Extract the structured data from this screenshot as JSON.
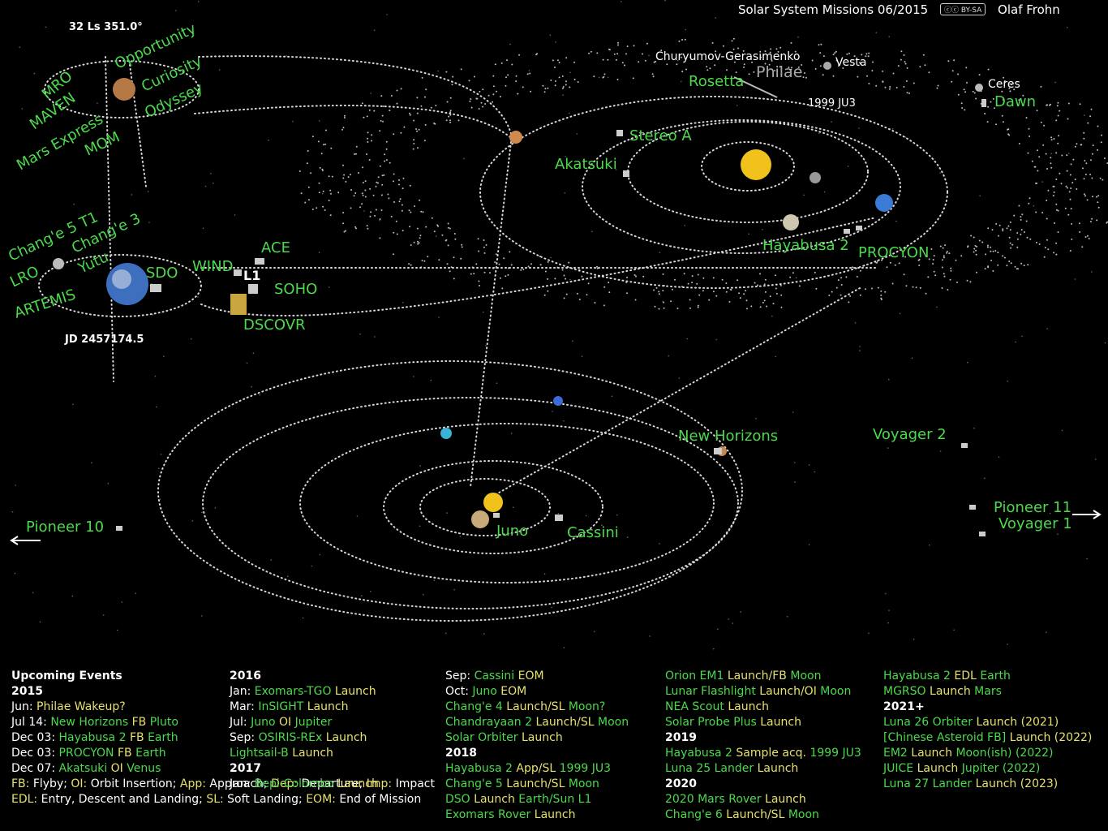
{
  "header": {
    "title": "Solar System Missions 06/2015",
    "license": "BY-SA",
    "author": "Olaf Frohn"
  },
  "mars_info": {
    "date": "32 Ls 351.0°"
  },
  "earth_info": {
    "date": "JD 2457174.5"
  },
  "labels": {
    "mars_missions": [
      "MRO",
      "Opportunity",
      "MAVEN",
      "Curiosity",
      "Mars Express",
      "Odyssey",
      "MOM"
    ],
    "moon_missions": [
      "Chang'e 5 T1",
      "Chang'e 3",
      "LRO",
      "Yutu",
      "ARTEMIS",
      "SDO"
    ],
    "l1_missions": [
      "WIND",
      "ACE",
      "SOHO",
      "DSCOVR"
    ],
    "l1": "L1",
    "inner": [
      "Churyumov-Gerasimenko",
      "Philae",
      "Rosetta",
      "Vesta",
      "Ceres",
      "Dawn",
      "1999 JU3",
      "Stereo A",
      "Akatsuki",
      "Hayabusa 2",
      "PROCYON"
    ],
    "outer": [
      "New Horizons",
      "Voyager 2",
      "Pioneer 11",
      "Voyager 1",
      "Pioneer 10",
      "Juno",
      "Cassini"
    ]
  },
  "colors": {
    "mission": "#4cd94c",
    "event": "#e6e070",
    "orbit": "#d8d8d8"
  },
  "events": [
    [
      [
        [
          "b",
          "Upcoming Events"
        ]
      ],
      [
        [
          "b",
          "2015"
        ]
      ],
      [
        [
          "w",
          "Jun: "
        ],
        [
          "y",
          "Philae Wakeup?"
        ]
      ],
      [
        [
          "w",
          "Jul  14: "
        ],
        [
          "g",
          "New Horizons "
        ],
        [
          "y",
          "FB "
        ],
        [
          "g",
          "Pluto"
        ]
      ],
      [
        [
          "w",
          "Dec 03: "
        ],
        [
          "g",
          "Hayabusa 2 "
        ],
        [
          "y",
          "FB "
        ],
        [
          "g",
          "Earth"
        ]
      ],
      [
        [
          "w",
          "Dec 03: "
        ],
        [
          "g",
          "PROCYON "
        ],
        [
          "y",
          "FB "
        ],
        [
          "g",
          "Earth"
        ]
      ],
      [
        [
          "w",
          "Dec 07: "
        ],
        [
          "g",
          "Akatsuki "
        ],
        [
          "y",
          "OI "
        ],
        [
          "g",
          "Venus"
        ]
      ],
      [
        [
          "y",
          "FB:"
        ],
        [
          "w",
          " Flyby; "
        ],
        [
          "y",
          "OI:"
        ],
        [
          "w",
          " Orbit Insertion; "
        ],
        [
          "y",
          "App:"
        ],
        [
          "w",
          " Approach; "
        ],
        [
          "y",
          "Dep:"
        ],
        [
          "w",
          " Departure; "
        ],
        [
          "y",
          "Imp:"
        ],
        [
          "w",
          " Impact"
        ]
      ],
      [
        [
          "y",
          "EDL:"
        ],
        [
          "w",
          " Entry, Descent and Landing; "
        ],
        [
          "y",
          "SL:"
        ],
        [
          "w",
          " Soft Landing; "
        ],
        [
          "y",
          "EOM:"
        ],
        [
          "w",
          " End of Mission"
        ]
      ]
    ],
    [
      [
        [
          "b",
          "2016"
        ]
      ],
      [
        [
          "w",
          "Jan: "
        ],
        [
          "g",
          "Exomars-TGO "
        ],
        [
          "y",
          "Launch"
        ]
      ],
      [
        [
          "w",
          "Mar: "
        ],
        [
          "g",
          "InSIGHT "
        ],
        [
          "y",
          "Launch"
        ]
      ],
      [
        [
          "w",
          "Jul: "
        ],
        [
          "g",
          "Juno "
        ],
        [
          "y",
          "OI "
        ],
        [
          "g",
          "Jupiter"
        ]
      ],
      [
        [
          "w",
          "Sep: "
        ],
        [
          "g",
          "OSIRIS-REx "
        ],
        [
          "y",
          "Launch"
        ]
      ],
      [
        [
          "g",
          "Lightsail-B "
        ],
        [
          "y",
          "Launch"
        ]
      ],
      [
        [
          "b",
          "2017"
        ]
      ],
      [
        [
          "w",
          "Jan: "
        ],
        [
          "g",
          "Bepi-Colombo "
        ],
        [
          "y",
          "Launch"
        ]
      ]
    ],
    [
      [
        [
          "w",
          "Sep: "
        ],
        [
          "g",
          "Cassini "
        ],
        [
          "y",
          "EOM"
        ]
      ],
      [
        [
          "w",
          "Oct: "
        ],
        [
          "g",
          "Juno "
        ],
        [
          "y",
          "EOM"
        ]
      ],
      [
        [
          "g",
          "Chang'e 4 "
        ],
        [
          "y",
          "Launch/SL "
        ],
        [
          "g",
          "Moon?"
        ]
      ],
      [
        [
          "g",
          "Chandrayaan 2 "
        ],
        [
          "y",
          "Launch/SL "
        ],
        [
          "g",
          "Moon"
        ]
      ],
      [
        [
          "g",
          "Solar Orbiter "
        ],
        [
          "y",
          "Launch"
        ]
      ],
      [
        [
          "b",
          "2018"
        ]
      ],
      [
        [
          "g",
          "Hayabusa 2 "
        ],
        [
          "y",
          "App/SL "
        ],
        [
          "g",
          "1999 JU3"
        ]
      ],
      [
        [
          "g",
          "Chang'e 5 "
        ],
        [
          "y",
          "Launch/SL "
        ],
        [
          "g",
          "Moon"
        ]
      ],
      [
        [
          "g",
          "DSO "
        ],
        [
          "y",
          "Launch "
        ],
        [
          "g",
          "Earth/Sun L1"
        ]
      ],
      [
        [
          "g",
          "Exomars Rover "
        ],
        [
          "y",
          "Launch"
        ]
      ]
    ],
    [
      [
        [
          "g",
          "Orion EM1 "
        ],
        [
          "y",
          "Launch/FB "
        ],
        [
          "g",
          "Moon"
        ]
      ],
      [
        [
          "g",
          "Lunar Flashlight "
        ],
        [
          "y",
          "Launch/OI "
        ],
        [
          "g",
          "Moon"
        ]
      ],
      [
        [
          "g",
          "NEA Scout "
        ],
        [
          "y",
          "Launch"
        ]
      ],
      [
        [
          "g",
          "Solar Probe Plus "
        ],
        [
          "y",
          "Launch"
        ]
      ],
      [
        [
          "b",
          "2019"
        ]
      ],
      [
        [
          "g",
          "Hayabusa 2 "
        ],
        [
          "y",
          "Sample acq. "
        ],
        [
          "g",
          "1999 JU3"
        ]
      ],
      [
        [
          "g",
          "Luna 25 Lander "
        ],
        [
          "y",
          "Launch"
        ]
      ],
      [
        [
          "b",
          "2020"
        ]
      ],
      [
        [
          "g",
          "2020 Mars Rover "
        ],
        [
          "y",
          "Launch"
        ]
      ],
      [
        [
          "g",
          "Chang'e 6 "
        ],
        [
          "y",
          "Launch/SL "
        ],
        [
          "g",
          "Moon"
        ]
      ]
    ],
    [
      [
        [
          "g",
          "Hayabusa 2 "
        ],
        [
          "y",
          "EDL "
        ],
        [
          "g",
          "Earth"
        ]
      ],
      [
        [
          "g",
          "MGRSO "
        ],
        [
          "y",
          "Launch "
        ],
        [
          "g",
          "Mars"
        ]
      ],
      [
        [
          "b",
          "2021+"
        ]
      ],
      [
        [
          "g",
          "Luna 26 Orbiter "
        ],
        [
          "y",
          "Launch (2021)"
        ]
      ],
      [
        [
          "g",
          "[Chinese Asteroid FB] "
        ],
        [
          "y",
          "Launch (2022)"
        ]
      ],
      [
        [
          "g",
          "EM2 "
        ],
        [
          "y",
          "Launch "
        ],
        [
          "g",
          "Moon(ish) (2022)"
        ]
      ],
      [
        [
          "g",
          "JUICE "
        ],
        [
          "y",
          "Launch "
        ],
        [
          "g",
          "Jupiter (2022)"
        ]
      ],
      [
        [
          "g",
          "Luna 27 Lander "
        ],
        [
          "y",
          "Launch (2023)"
        ]
      ]
    ]
  ]
}
